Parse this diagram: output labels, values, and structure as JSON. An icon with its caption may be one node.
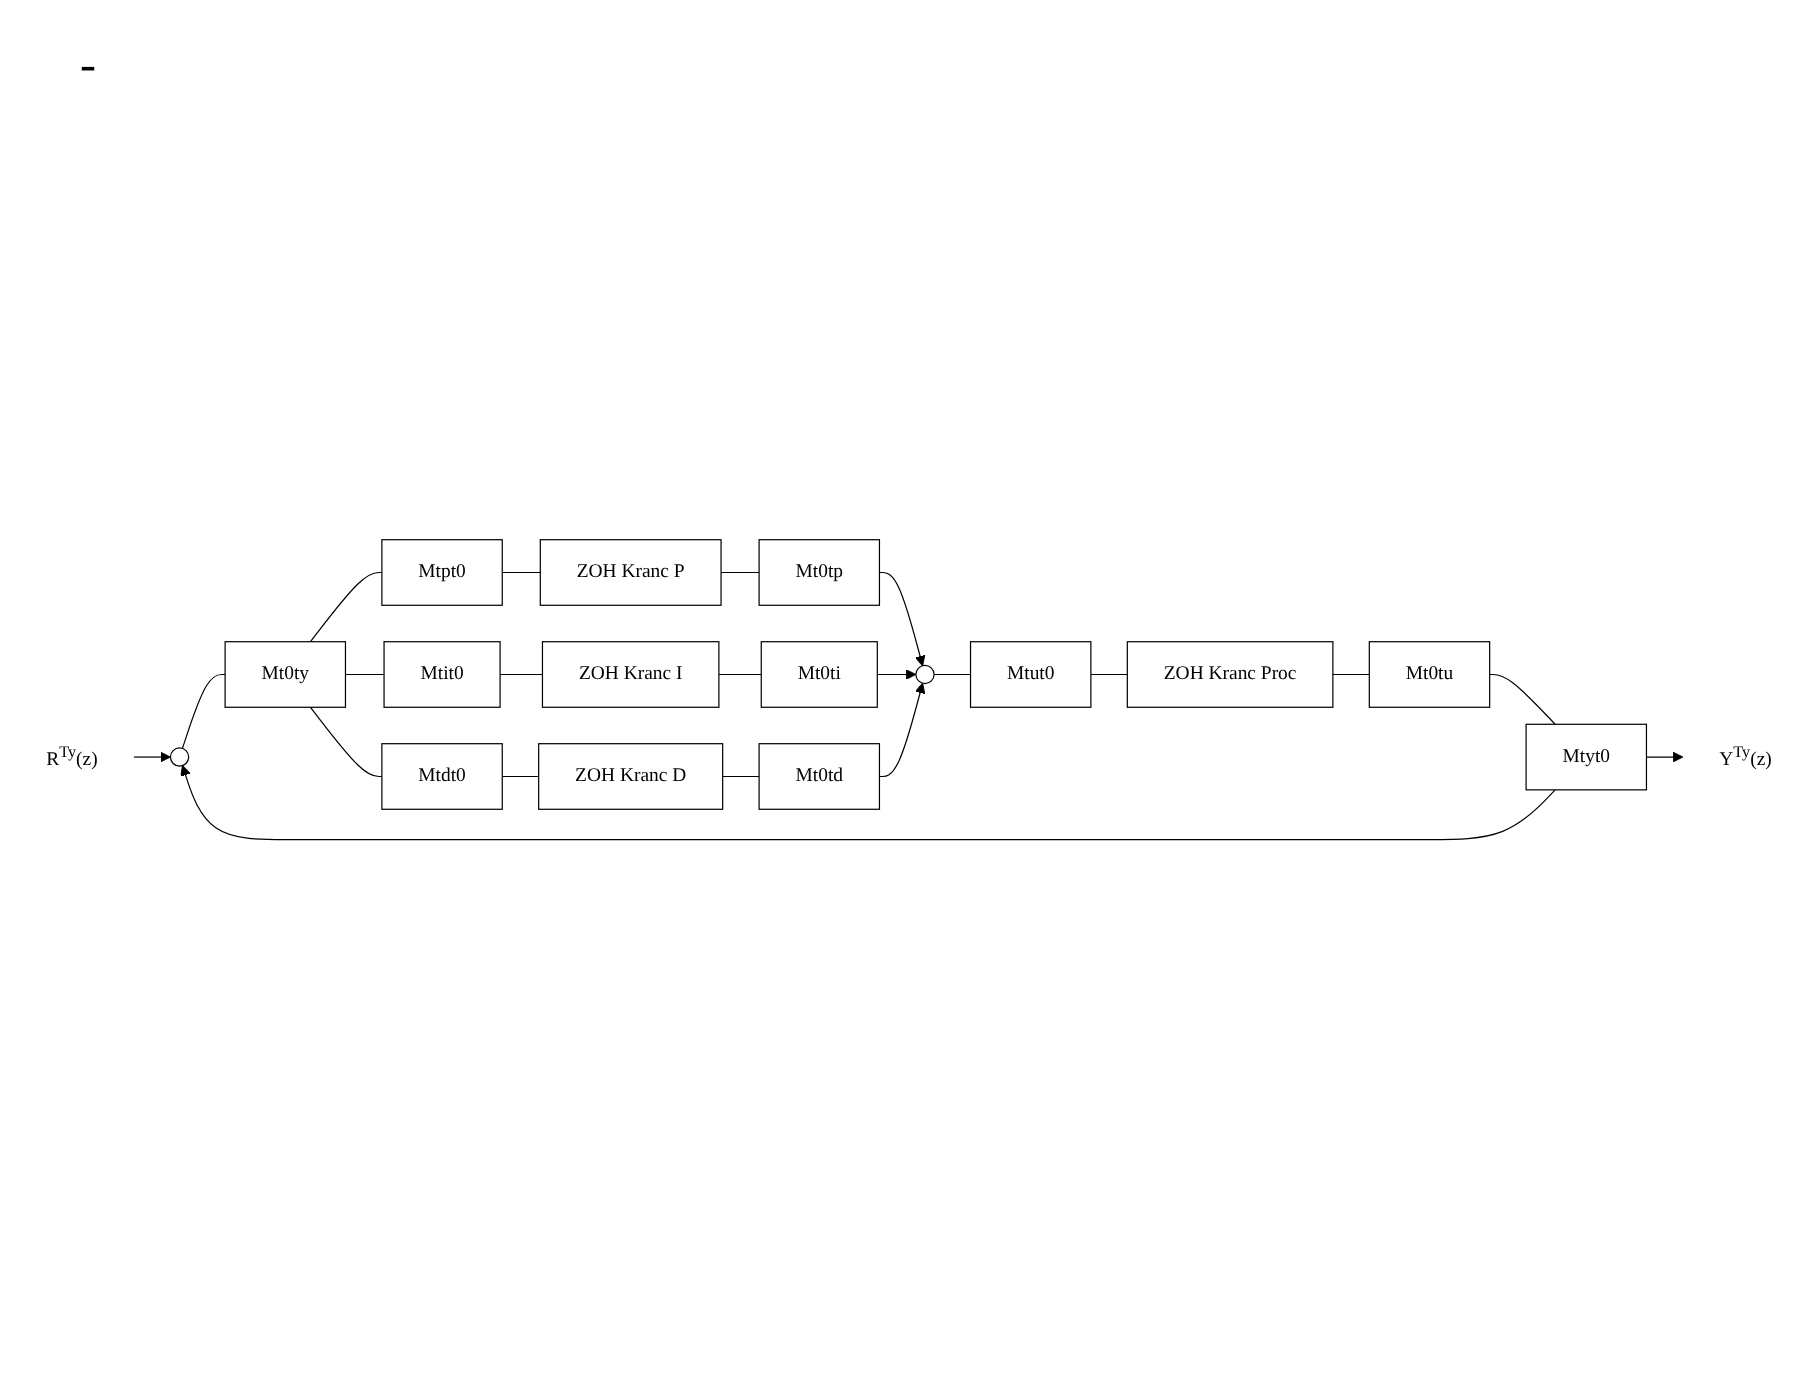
{
  "diagram": {
    "nodes": [
      {
        "text": [
          "R$^{Ty}$(z)"
        ]
      },
      {
        "text": [],
        "shape": "circle"
      },
      {
        "text": [
          "Mt0ty"
        ]
      },
      {
        "text": [
          "Mtpt0"
        ]
      },
      {
        "text": [
          "ZOH Kranc P"
        ]
      },
      {
        "text": [
          "Mt0tp"
        ]
      },
      {
        "text": [
          "Mtit0"
        ]
      },
      {
        "text": [
          "ZOH Kranc I"
        ]
      },
      {
        "text": [
          "Mt0ti"
        ]
      },
      {
        "text": [
          "Mtdt0"
        ]
      },
      {
        "text": [
          "ZOH Kranc D"
        ]
      },
      {
        "text": [
          "Mt0td"
        ]
      },
      {
        "text": [],
        "shape": "circle"
      },
      {
        "text": [
          "Mtut0"
        ]
      },
      {
        "text": [
          "ZOH Kranc Proc"
        ]
      },
      {
        "text": [
          "Mt0tu"
        ]
      },
      {
        "text": [
          "Mtyt0"
        ]
      },
      {
        "text": [
          "Y$^{Ty}$(z)"
        ]
      }
    ],
    "edges": [
      {
        "from": 0,
        "to": 1,
        "arrow": "to"
      },
      {
        "from": 1,
        "to": 2,
        "arrow": "none"
      },
      {
        "from": 2,
        "to": 3,
        "arrow": "none"
      },
      {
        "from": 2,
        "to": 6,
        "arrow": "none"
      },
      {
        "from": 2,
        "to": 9,
        "arrow": "none"
      },
      {
        "from": 3,
        "to": 4,
        "arrow": "none"
      },
      {
        "from": 4,
        "to": 5,
        "arrow": "none"
      },
      {
        "from": 6,
        "to": 7,
        "arrow": "none"
      },
      {
        "from": 7,
        "to": 8,
        "arrow": "none"
      },
      {
        "from": 9,
        "to": 10,
        "arrow": "none"
      },
      {
        "from": 10,
        "to": 11,
        "arrow": "none"
      },
      {
        "from": 5,
        "to": 12,
        "arrow": "to"
      },
      {
        "from": 8,
        "to": 12,
        "arrow": "to"
      },
      {
        "from": 11,
        "to": 12,
        "arrow": "to"
      },
      {
        "from": 12,
        "to": 13,
        "arrow": "none"
      },
      {
        "from": 13,
        "to": 14,
        "arrow": "none"
      },
      {
        "from": 14,
        "to": 15,
        "arrow": "none"
      },
      {
        "from": 15,
        "to": 16,
        "arrow": "none"
      },
      {
        "from": 16,
        "to": 17,
        "arrow": "to"
      },
      {
        "from": 16,
        "to": 1,
        "arrow": "to"
      }
    ],
    "labels": [
      "-"
    ]
  }
}
